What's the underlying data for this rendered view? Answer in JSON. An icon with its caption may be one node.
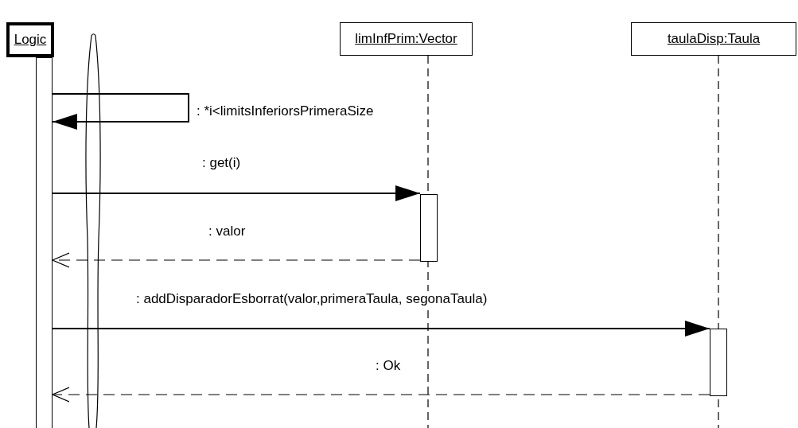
{
  "diagram": {
    "nodes": [
      {
        "text": [
          "Logic"
        ]
      },
      {
        "text": [],
        "shape": "bar"
      },
      {
        "text": [
          "limInfPrim:Vector"
        ]
      },
      {
        "text": [],
        "shape": "bar"
      },
      {
        "text": [
          "taulaDisp:Taula"
        ]
      },
      {
        "text": [],
        "shape": "bar"
      }
    ],
    "edges": [
      {
        "from": 1,
        "to": 1,
        "arrow": "to",
        "label": ": *i<limitsInferiorsPrimeraSize"
      },
      {
        "from": 1,
        "to": 3,
        "arrow": "to",
        "label": ": get(i)"
      },
      {
        "from": 3,
        "to": 1,
        "arrow": "to",
        "label": ": valor",
        "style": "dashed"
      },
      {
        "from": 1,
        "to": 5,
        "arrow": "to",
        "label": ": addDisparadorEsborrat(valor,primeraTaula, segonaTaula)"
      },
      {
        "from": 5,
        "to": 1,
        "arrow": "to",
        "label": ": Ok",
        "style": "dashed"
      }
    ]
  }
}
